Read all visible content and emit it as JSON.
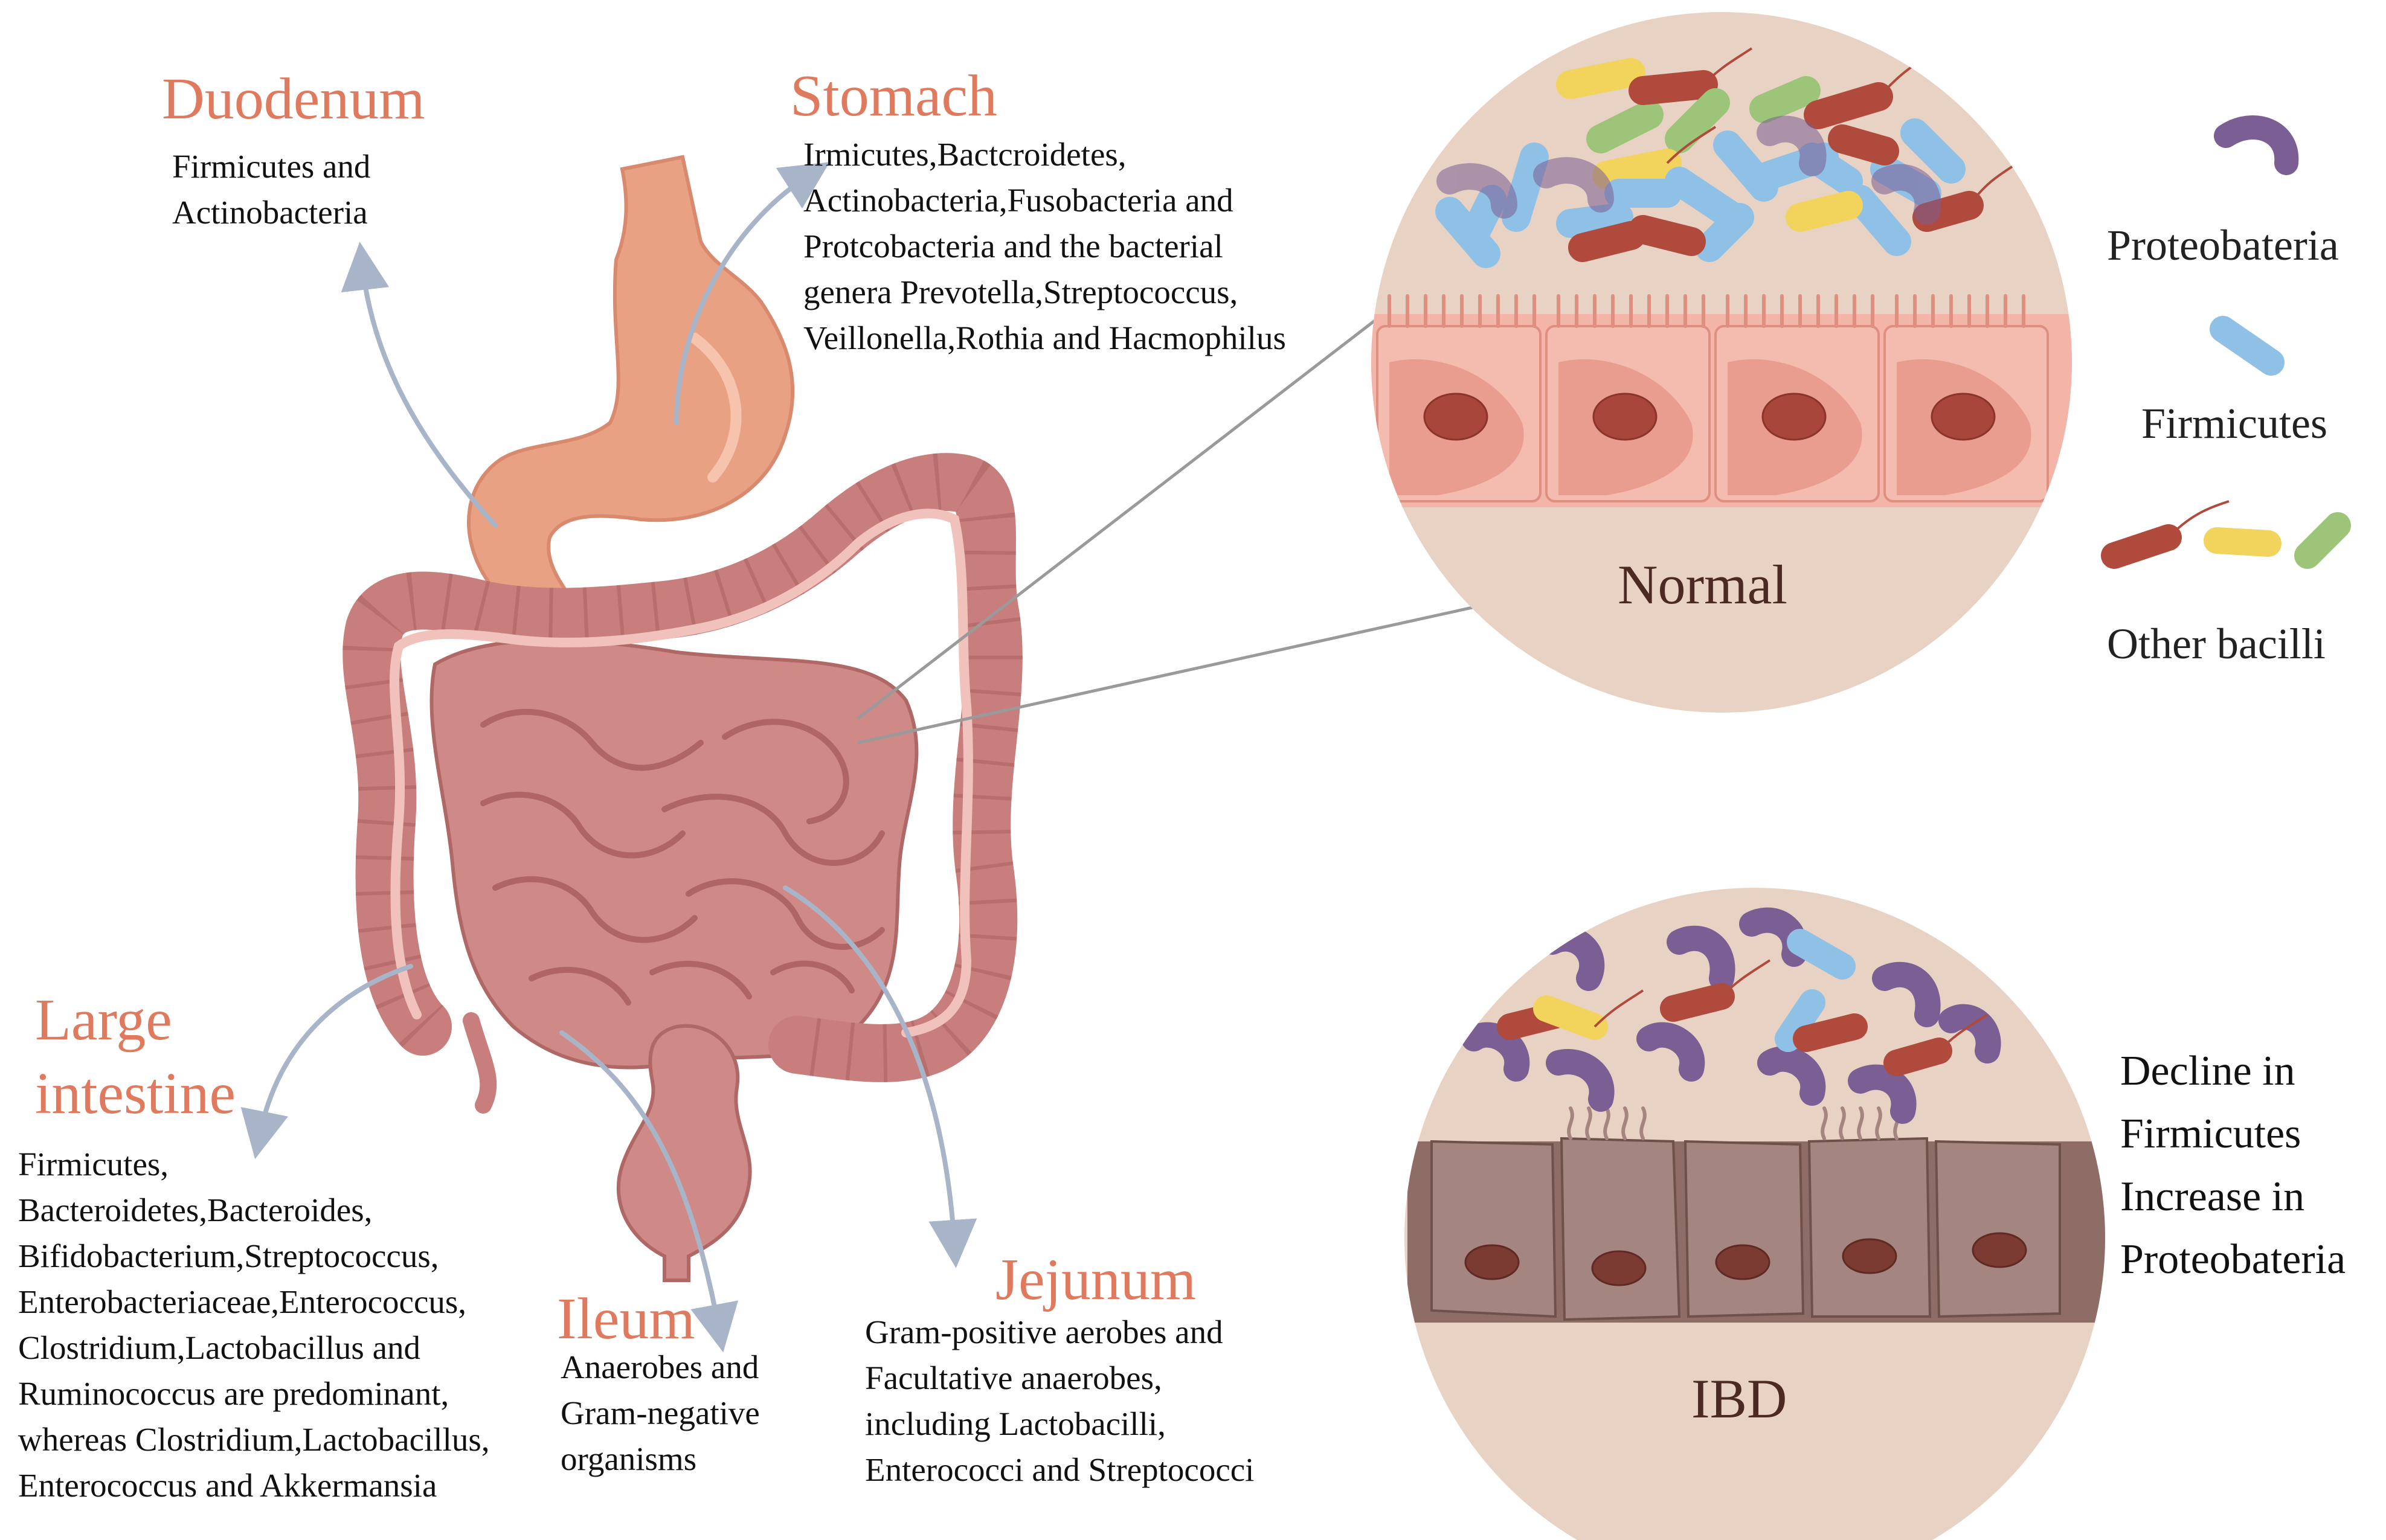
{
  "regions": {
    "duodenum": {
      "title": "Duodenum",
      "lines": [
        "Firmicutes and",
        "Actinobacteria"
      ]
    },
    "stomach": {
      "title": "Stomach",
      "lines": [
        "Irmicutes,Bactcroidetes,",
        "Actinobacteria,Fusobacteria and",
        "Protcobacteria and the bacterial",
        "genera Prevotella,Streptococcus,",
        "Veillonella,Rothia and Hacmophilus"
      ]
    },
    "large_intestine": {
      "title_lines": [
        "Large",
        "intestine"
      ],
      "lines": [
        "Firmicutes,",
        "Bacteroidetes,Bacteroides,",
        "Bifidobacterium,Streptococcus,",
        "Enterobacteriaceae,Enterococcus,",
        "Clostridium,Lactobacillus and",
        "Ruminococcus are predominant,",
        "whereas Clostridium,Lactobacillus,",
        "Enterococcus and Akkermansia"
      ]
    },
    "ileum": {
      "title": "Ileum",
      "lines": [
        "Anaerobes and",
        "Gram-negative",
        "organisms"
      ]
    },
    "jejunum": {
      "title": "Jejunum",
      "lines": [
        "Gram-positive aerobes and",
        "Facultative anaerobes,",
        "including Lactobacilli,",
        "Enterococci and Streptococci"
      ]
    }
  },
  "circles": {
    "normal": "Normal",
    "ibd": "IBD"
  },
  "legend": [
    {
      "label": "Proteobateria",
      "icon": "proteobacteria-icon"
    },
    {
      "label": "Firmicutes",
      "icon": "firmicutes-icon"
    },
    {
      "label": "Other bacilli",
      "icon": "other-bacilli-icon"
    }
  ],
  "ibd_note": [
    "Decline in",
    "Firmicutes",
    "Increase in",
    "Proteobateria"
  ],
  "colors": {
    "title": "#e07a5f",
    "intestine": "#c98280",
    "stomach": "#e9a184",
    "arrow": "#a8b5c9",
    "circle_bg": "#e8d2c3",
    "proteobacteria": "#7b5e93",
    "firmicutes": "#8fc0e6",
    "red_bacilli": "#b04a3c",
    "yellow_bacilli": "#f2d45c",
    "green_bacilli": "#9cc579"
  }
}
